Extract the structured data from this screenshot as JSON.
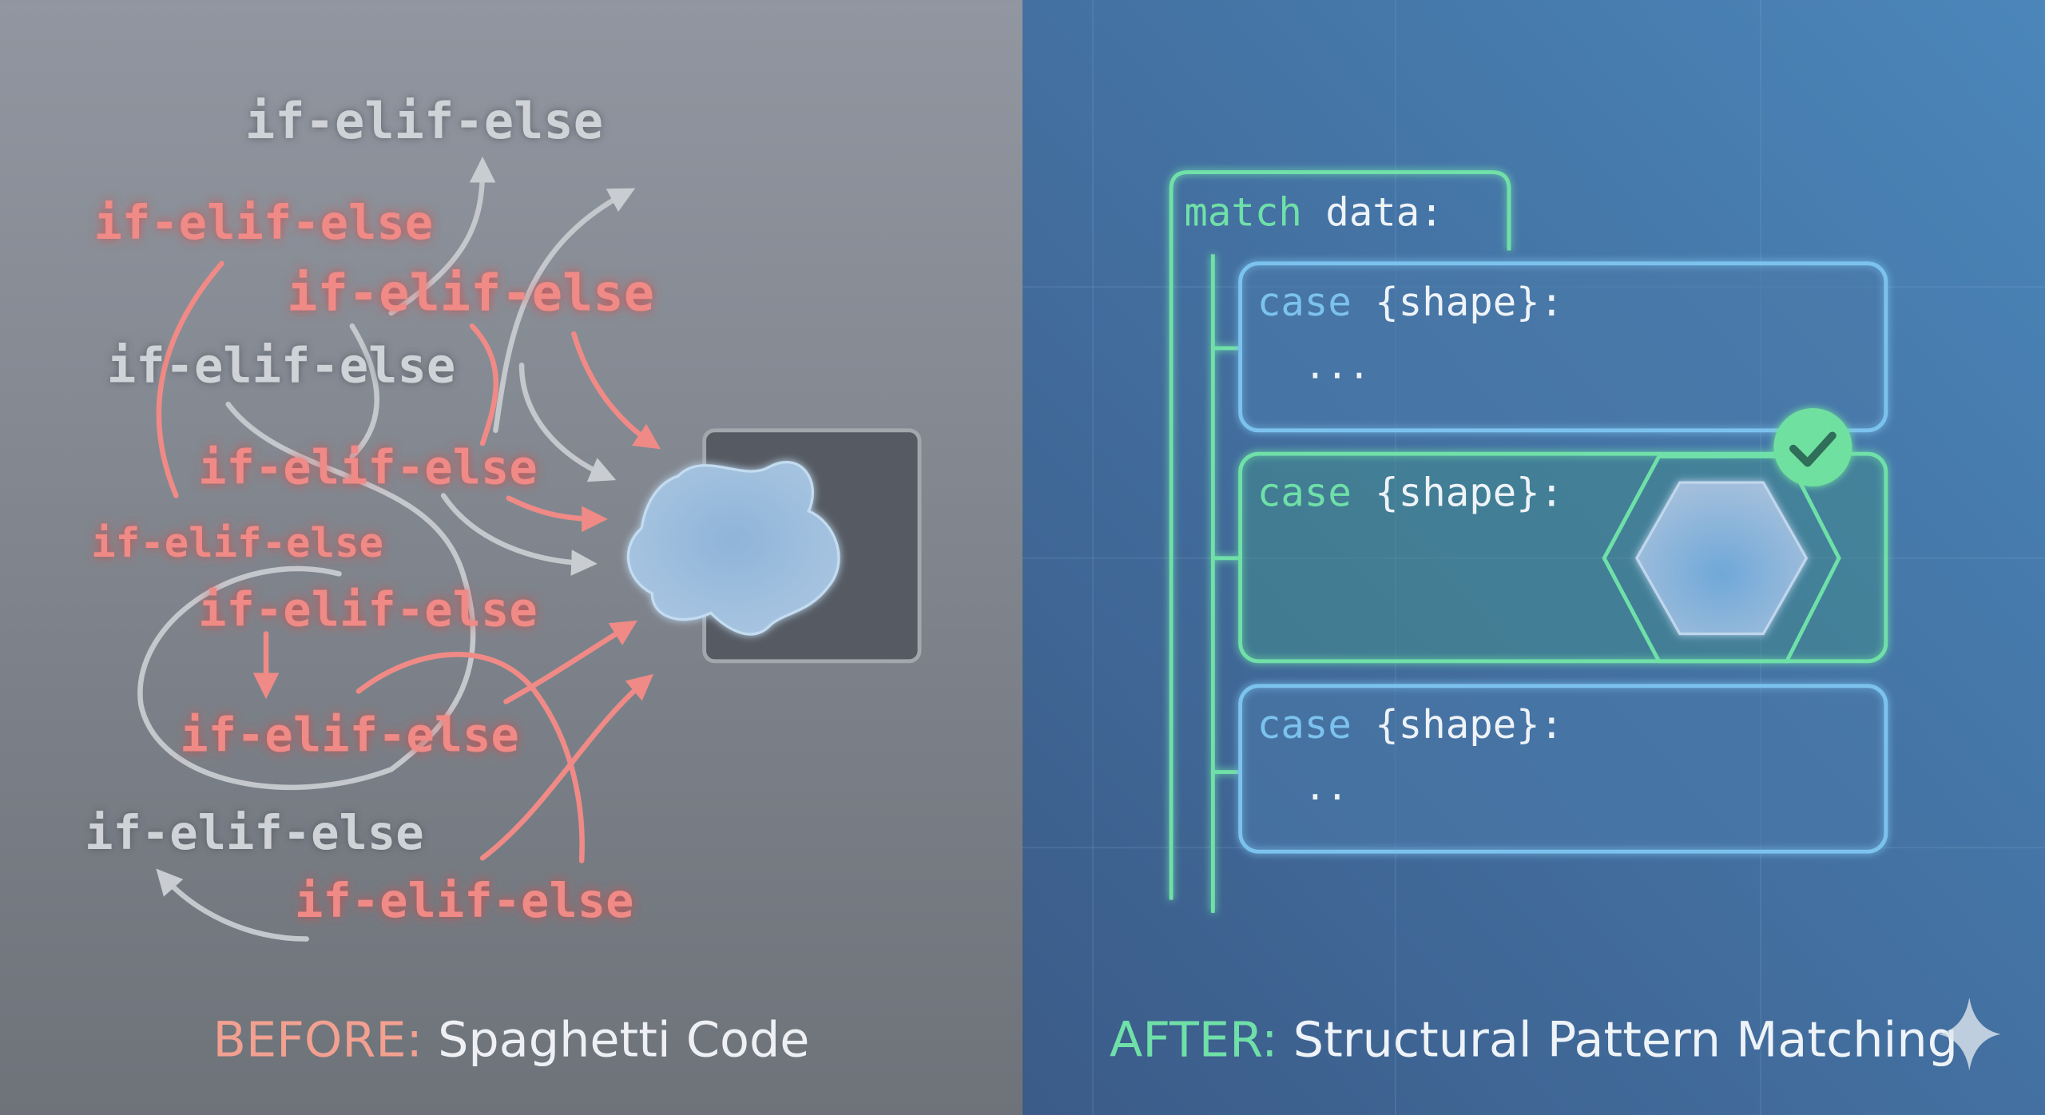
{
  "before": {
    "caption_prefix": "BEFORE:",
    "caption_text": "Spaghetti Code",
    "caption_prefix_color": "#f2a090",
    "labels": [
      {
        "text": "if-elif-else",
        "color": "gray"
      },
      {
        "text": "if-elif-else",
        "color": "red"
      },
      {
        "text": "if-elif-else",
        "color": "red"
      },
      {
        "text": "if-elif-else",
        "color": "gray"
      },
      {
        "text": "if-elif-else",
        "color": "red"
      },
      {
        "text": "if-elif-else",
        "color": "red"
      },
      {
        "text": "if-elif-else",
        "color": "red"
      },
      {
        "text": "if-elif-else",
        "color": "red"
      },
      {
        "text": "if-elif-else",
        "color": "gray"
      },
      {
        "text": "if-elif-else",
        "color": "red"
      }
    ],
    "blob_icon": "amorphous-blob",
    "slot_icon": "square-slot"
  },
  "after": {
    "caption_prefix": "AFTER:",
    "caption_text": "Structural Pattern Matching",
    "caption_prefix_color": "#6fe0a8",
    "match": {
      "keyword": "match",
      "subject": "data:"
    },
    "cases": [
      {
        "keyword": "case",
        "pattern": "{shape}:",
        "body": "...",
        "matched": false
      },
      {
        "keyword": "case",
        "pattern": "{shape}:",
        "body": "",
        "matched": true
      },
      {
        "keyword": "case",
        "pattern": "{shape}:",
        "body": "..",
        "matched": false
      }
    ],
    "matched_icon": "check-circle",
    "shape_icon": "hexagon"
  },
  "colors": {
    "green": "#6fe0a8",
    "blue_outline": "#7cc2ee",
    "red_label": "#f08a86"
  }
}
